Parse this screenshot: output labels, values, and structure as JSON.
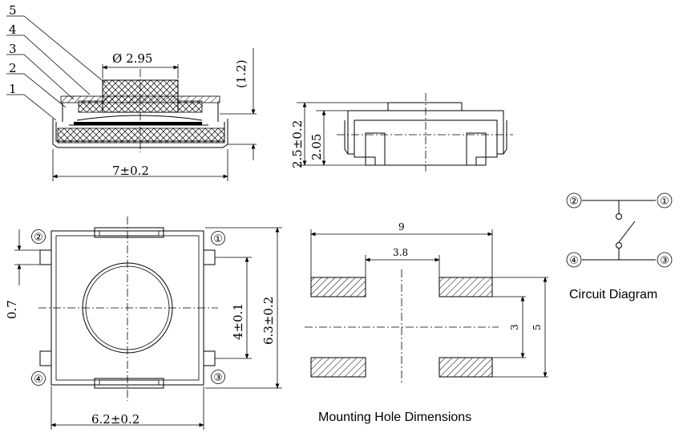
{
  "side_view": {
    "part_numbers": [
      "5",
      "4",
      "3",
      "2",
      "1"
    ],
    "dim_diameter": "Ø 2.95",
    "dim_height_ref": "(1.2)",
    "dim_width": "7±0.2"
  },
  "front_view": {
    "dim_total_height": "2.5±0.2",
    "dim_body_height": "2.05"
  },
  "top_view": {
    "pins": [
      "②",
      "①",
      "④",
      "③"
    ],
    "dim_pin_offset": "0.7",
    "dim_pin_span": "4±0.1",
    "dim_outer_height": "6.3±0.2",
    "dim_width": "6.2±0.2"
  },
  "mounting": {
    "dim_outer": "9",
    "dim_inner": "3.8",
    "dim_pad_gap": "3",
    "dim_pad_outer": "5",
    "caption": "Mounting Hole Dimensions"
  },
  "circuit": {
    "pins": [
      "②",
      "①",
      "④",
      "③"
    ],
    "caption": "Circuit Diagram"
  }
}
